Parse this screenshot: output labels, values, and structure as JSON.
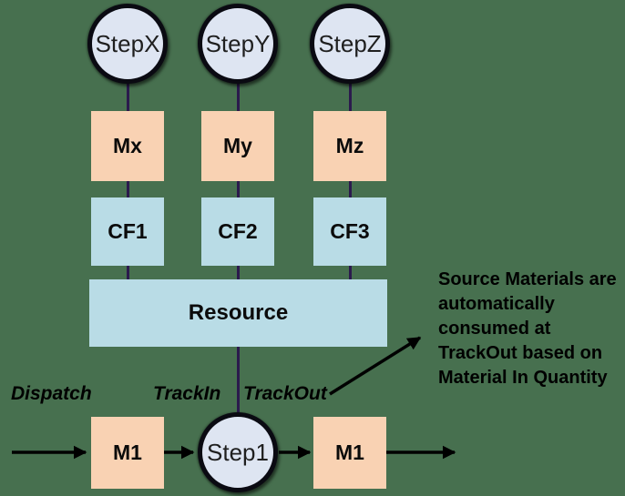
{
  "diagram": {
    "title": "material-consumption-flow",
    "colors": {
      "background": "#47704F",
      "step_circle_fill": "#DEE5F2",
      "material_box_fill": "#F9D2B3",
      "cf_box_fill": "#B9DCE6",
      "connector_purple": "#2B1A4D",
      "arrow_black": "#000000"
    },
    "top_columns": [
      {
        "step": "StepX",
        "material": "Mx",
        "cf": "CF1"
      },
      {
        "step": "StepY",
        "material": "My",
        "cf": "CF2"
      },
      {
        "step": "StepZ",
        "material": "Mz",
        "cf": "CF3"
      }
    ],
    "resource_label": "Resource",
    "flow": {
      "dispatch_label": "Dispatch",
      "trackin_label": "TrackIn",
      "trackout_label": "TrackOut",
      "input_material": "M1",
      "step": "Step1",
      "output_material": "M1"
    },
    "annotation": {
      "lines": [
        "Source Materials are",
        "automatically",
        "consumed at",
        "TrackOut based on",
        "Material In Quantity"
      ]
    }
  }
}
